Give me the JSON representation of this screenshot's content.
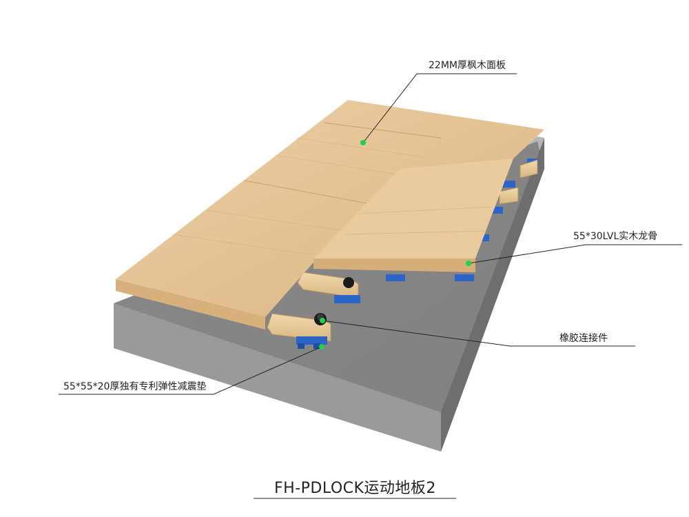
{
  "title": "FH-PDLOCK运动地板2",
  "callouts": {
    "top_panel": "22MM厚枫木面板",
    "joist": "55*30LVL实木龙骨",
    "connector": "橡胶连接件",
    "pad": "55*55*20厚独有专利弹性减震垫"
  },
  "colors": {
    "wood": "#e7c79c",
    "concrete": "#888888",
    "pad": "#2c64c8",
    "marker": "#21d24a"
  }
}
